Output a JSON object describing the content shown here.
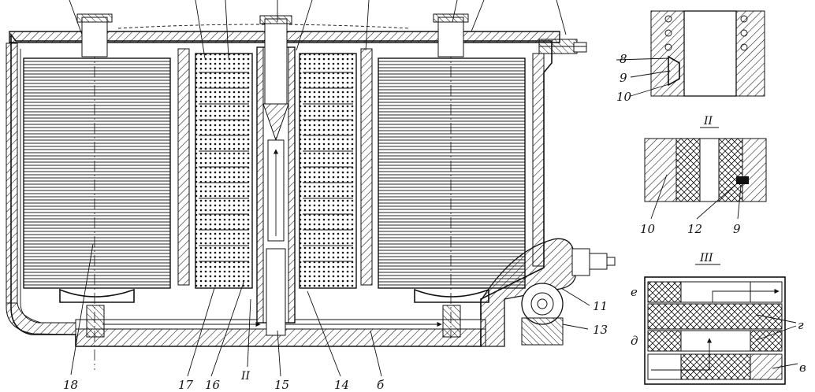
{
  "main_labels": {
    "l18": "18",
    "l17": "17",
    "l16": "16",
    "lII": "II",
    "l15": "15",
    "l14": "14",
    "lb": "б",
    "l13": "13",
    "l11": "11"
  },
  "detail_I": {
    "l8": "8",
    "l9": "9",
    "l10": "10"
  },
  "detail_II": {
    "title": "II",
    "l10": "10",
    "l12": "12",
    "l9": "9"
  },
  "detail_III": {
    "title": "III",
    "le": "е",
    "lg": "г",
    "ld": "д",
    "lv": "в"
  }
}
